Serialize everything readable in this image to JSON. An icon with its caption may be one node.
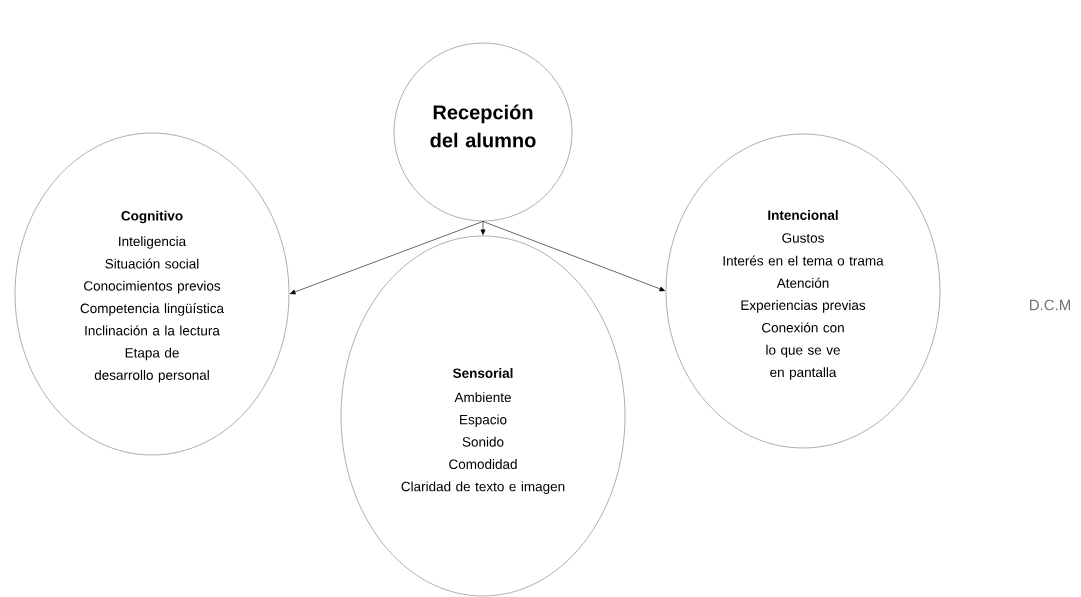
{
  "diagram": {
    "nodes": [
      {
        "text": [
          "Recepción del alumno"
        ]
      },
      {
        "text": [
          "Cognitivo",
          "Inteligencia",
          "Situación social",
          "Conocimientos previos",
          "Competencia lingüística",
          "Inclinación a la lectura",
          "Etapa de desarrollo personal"
        ]
      },
      {
        "text": [
          "Sensorial",
          "Ambiente",
          "Espacio",
          "Sonido",
          "Comodidad",
          "Claridad de texto e imagen"
        ]
      },
      {
        "text": [
          "Intencional",
          "Gustos",
          "Interés en el tema o trama",
          "Atención",
          "Experiencias previas",
          "Conexión con lo que se ve en pantalla"
        ]
      }
    ],
    "edges": [
      {
        "from": 0,
        "to": 1,
        "arrow": "to"
      },
      {
        "from": 0,
        "to": 2,
        "arrow": "to"
      },
      {
        "from": 0,
        "to": 3,
        "arrow": "to"
      }
    ],
    "labels": [
      "D.C.M"
    ]
  }
}
